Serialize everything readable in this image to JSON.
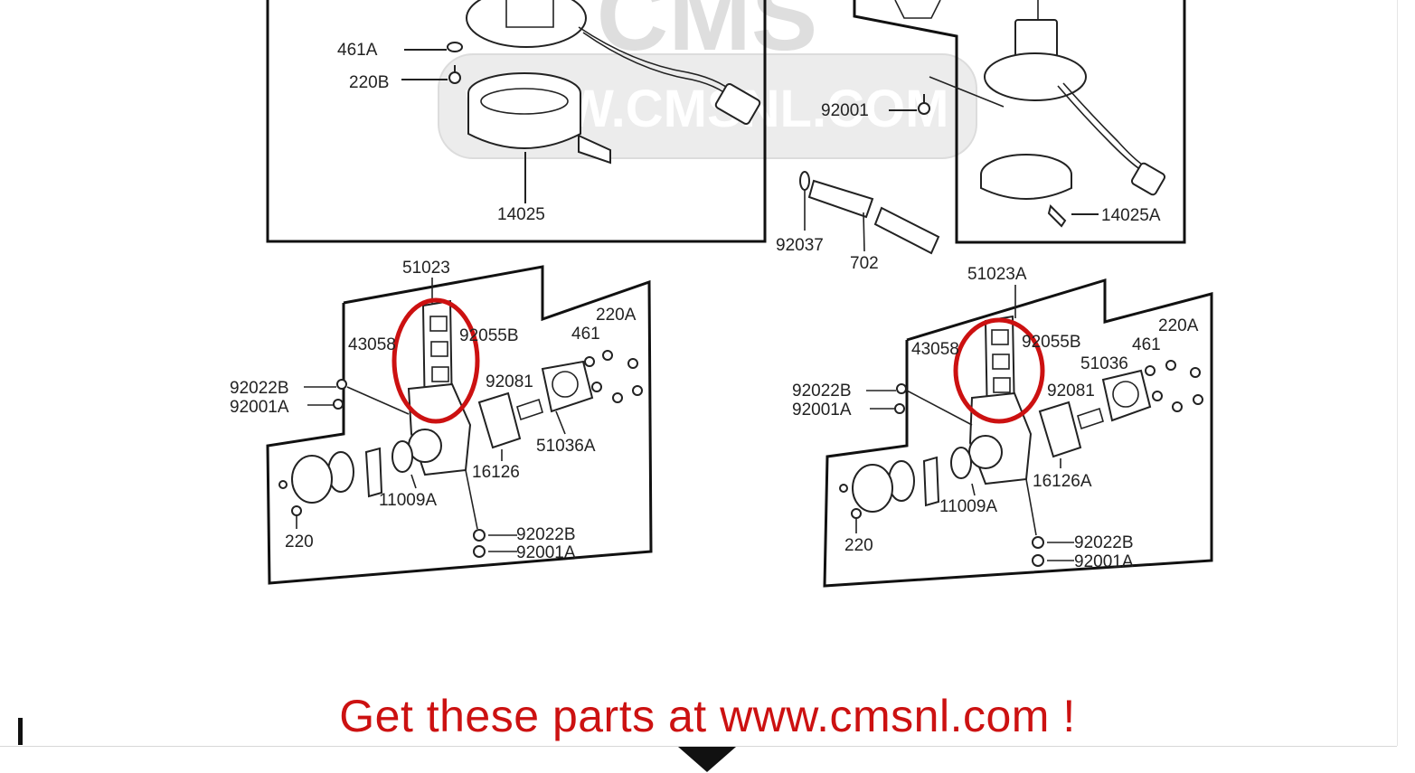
{
  "watermark": {
    "logo_text": "CMS",
    "url_text": "WWW.CMSNL.COM",
    "color": "#d9d9d9"
  },
  "highlight_color": "#cc1111",
  "labels": {
    "p461A": "461A",
    "p220B": "220B",
    "p14025": "14025",
    "p92001_top": "92001",
    "p14025A": "14025A",
    "p92037": "92037",
    "p702": "702",
    "p51023": "51023",
    "p220A_l": "220A",
    "p43058_l": "43058",
    "p92055B_l": "92055B",
    "p461_l": "461",
    "p92081_l": "92081",
    "p92022B_l1": "92022B",
    "p92001A_l1": "92001A",
    "p51036A": "51036A",
    "p16126": "16126",
    "p11009A_l": "11009A",
    "p220_l": "220",
    "p92022B_l2": "92022B",
    "p92001A_l2": "92001A",
    "p51023A": "51023A",
    "p220A_r": "220A",
    "p43058_r": "43058",
    "p92055B_r": "92055B",
    "p461_r": "461",
    "p51036": "51036",
    "p92081_r": "92081",
    "p92022B_r1": "92022B",
    "p92001A_r1": "92001A",
    "p16126A": "16126A",
    "p11009A_r": "11009A",
    "p220_r": "220",
    "p92022B_r2": "92022B",
    "p92001A_r2": "92001A"
  },
  "footer": {
    "call_to_action": "Get these parts at www.cmsnl.com !"
  },
  "icons": {
    "scroll": "scroll-down-arrow-icon"
  }
}
